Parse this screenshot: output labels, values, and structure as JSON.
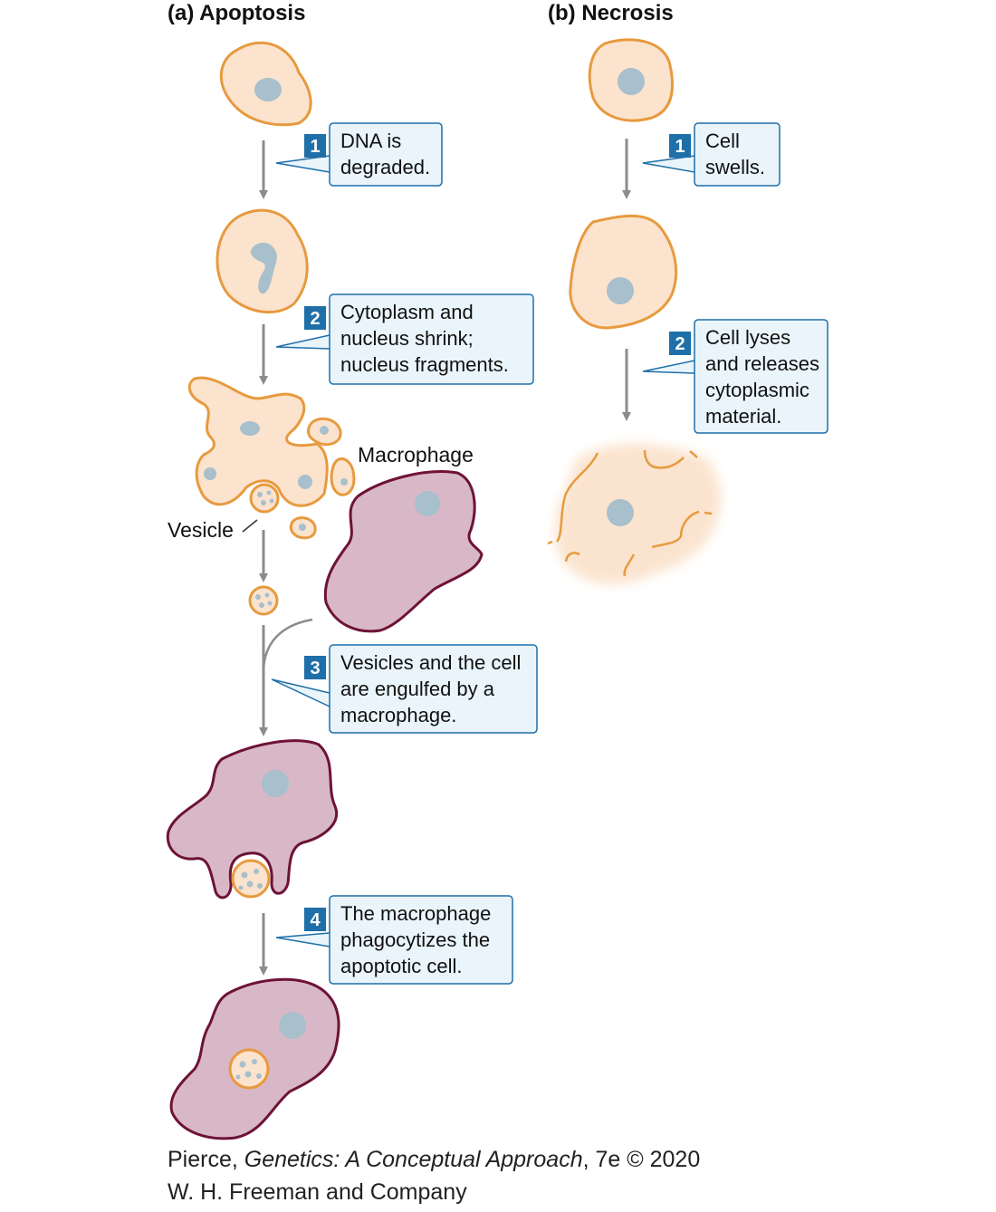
{
  "panels": {
    "a_title": "(a)  Apoptosis",
    "b_title": "(b)  Necrosis"
  },
  "labels": {
    "macrophage": "Macrophage",
    "vesicle": "Vesicle"
  },
  "apoptosis_steps": [
    {
      "num": "1",
      "lines": [
        "DNA is",
        "degraded."
      ]
    },
    {
      "num": "2",
      "lines": [
        "Cytoplasm and",
        "nucleus shrink;",
        "nucleus fragments."
      ]
    },
    {
      "num": "3",
      "lines": [
        "Vesicles and the cell",
        "are engulfed by a",
        "macrophage."
      ]
    },
    {
      "num": "4",
      "lines": [
        "The macrophage",
        "phagocytizes the",
        "apoptotic cell."
      ]
    }
  ],
  "necrosis_steps": [
    {
      "num": "1",
      "lines": [
        "Cell",
        "swells."
      ]
    },
    {
      "num": "2",
      "lines": [
        "Cell lyses",
        "and releases",
        "cytoplasmic",
        "material."
      ]
    }
  ],
  "credit": {
    "line1_prefix": "Pierce, ",
    "line1_title": "Genetics: A Conceptual Approach",
    "line1_suffix": ", 7e © 2020",
    "line2": "W. H. Freeman and Company"
  },
  "colors": {
    "cell_fill": "#fbe3cd",
    "cell_stroke": "#e79a3f",
    "nucleus": "#a8bfcc",
    "macrophage_fill": "#d8b8c7",
    "macrophage_stroke": "#6e1236",
    "arrow": "#8c8c8c",
    "callout_fill": "#e9f5fb",
    "callout_stroke": "#1f6fa8",
    "badge": "#1f6fa8"
  }
}
